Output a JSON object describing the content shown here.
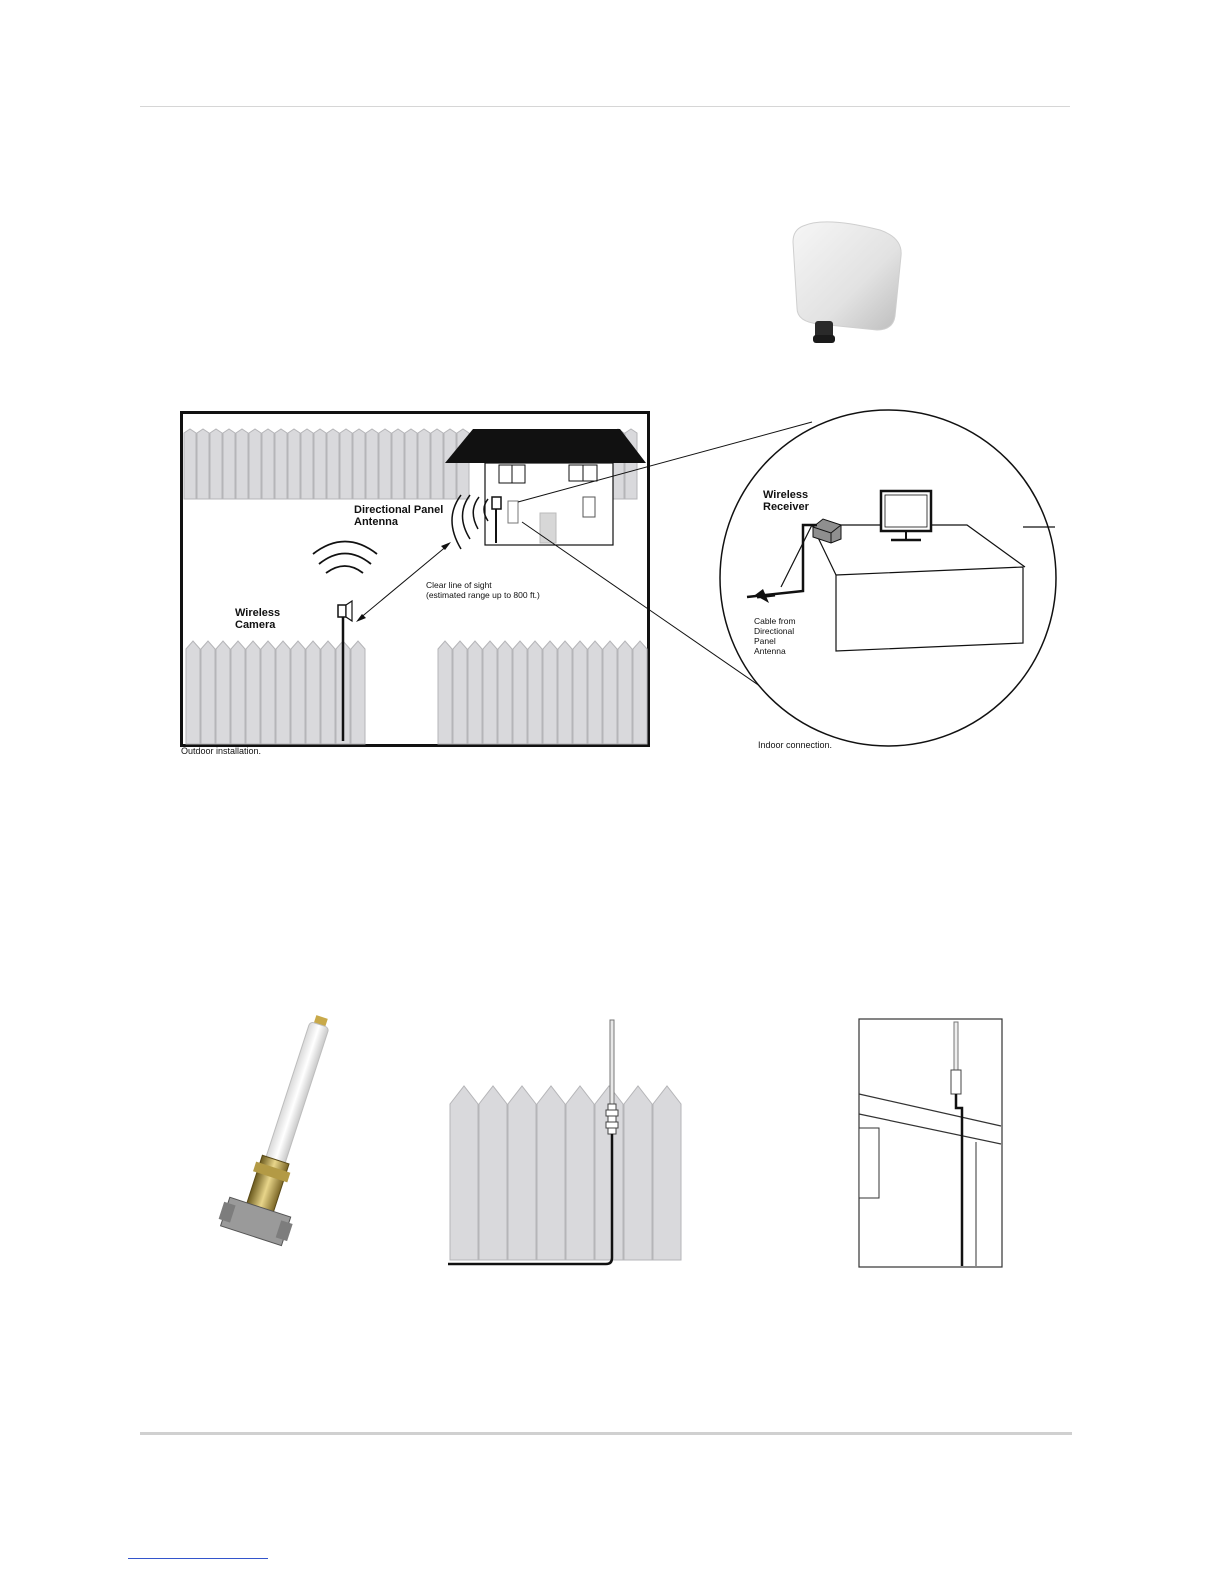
{
  "outdoor_diagram": {
    "antenna_label": [
      "Directional Panel",
      "Antenna"
    ],
    "camera_label": [
      "Wireless",
      "Camera"
    ],
    "line_of_sight": [
      "Clear line of sight",
      "(estimated range up to 800 ft.)"
    ],
    "caption": "Outdoor installation."
  },
  "indoor_diagram": {
    "receiver_label": [
      "Wireless",
      "Receiver"
    ],
    "cable_label": [
      "Cable from",
      "Directional",
      "Panel",
      "Antenna"
    ],
    "caption": "Indoor connection."
  }
}
